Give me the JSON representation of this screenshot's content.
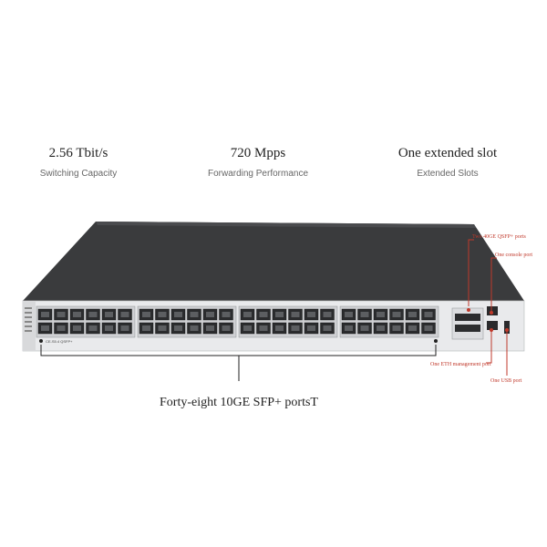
{
  "stats": [
    {
      "value": "2.56 Tbit/s",
      "label": "Switching Capacity"
    },
    {
      "value": "720 Mpps",
      "label": "Forwarding Performance"
    },
    {
      "value": "One extended slot",
      "label": "Extended Slots"
    }
  ],
  "callouts": {
    "qsfp": "Two 40GE QSFP+ ports",
    "console": "One console port",
    "eth": "One ETH management port",
    "usb": "One USB port"
  },
  "bottom_label": "Forty-eight 10GE SFP+ portsT",
  "model_label": "CE-S5.4 QSFP+"
}
